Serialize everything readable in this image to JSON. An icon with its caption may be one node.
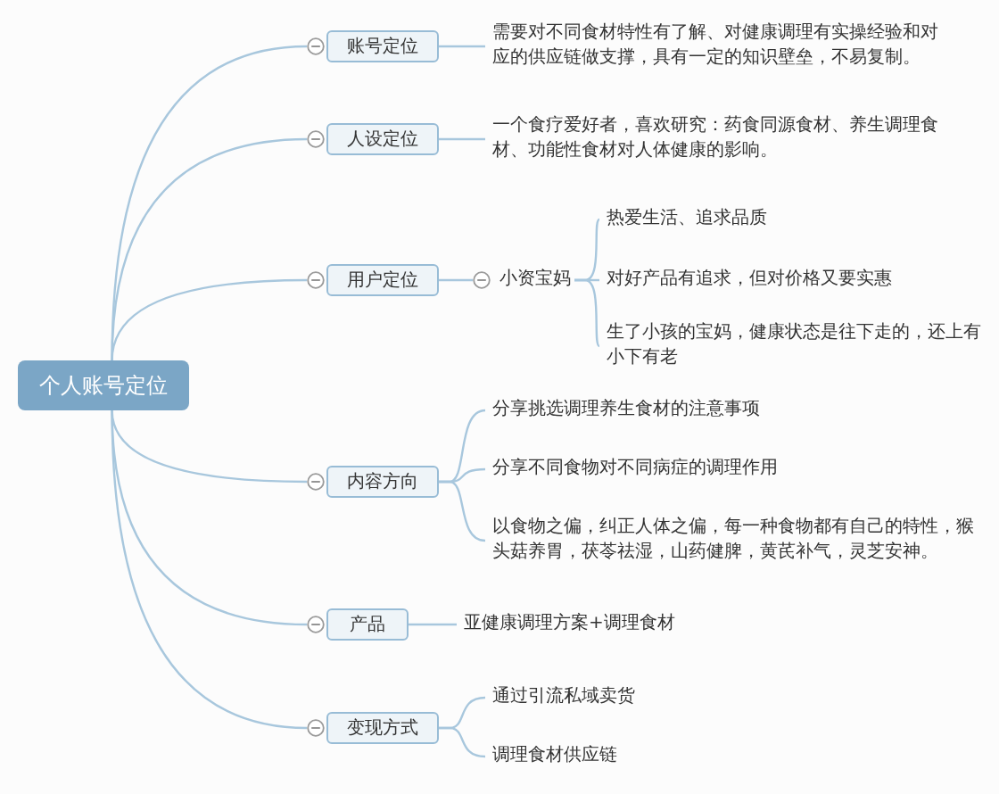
{
  "diagram": {
    "nodes": [
      {
        "text": [
          "个人账号定位"
        ]
      },
      {
        "text": [
          "账号定位"
        ]
      },
      {
        "text": [
          "需要对不同食材特性有了解、对健康调理有实操经验和对应的供应链做支撑，具有一定的知识壁垒，不易复制。"
        ]
      },
      {
        "text": [
          "人设定位"
        ]
      },
      {
        "text": [
          "一个食疗爱好者，喜欢研究：药食同源食材、养生调理食材、功能性食材对人体健康的影响。"
        ]
      },
      {
        "text": [
          "用户定位"
        ]
      },
      {
        "text": [
          "小资宝妈"
        ]
      },
      {
        "text": [
          "热爱生活、追求品质"
        ]
      },
      {
        "text": [
          "对好产品有追求，但对价格又要实惠"
        ]
      },
      {
        "text": [
          "生了小孩的宝妈，健康状态是往下走的，还上有小下有老"
        ]
      },
      {
        "text": [
          "内容方向"
        ]
      },
      {
        "text": [
          "分享挑选调理养生食材的注意事项"
        ]
      },
      {
        "text": [
          "分享不同食物对不同病症的调理作用"
        ]
      },
      {
        "text": [
          "以食物之偏，纠正人体之偏，每一种食物都有自己的特性，猴头菇养胃，茯苓祛湿，山药健脾，黄芪补气，灵芝安神。"
        ]
      },
      {
        "text": [
          "产品"
        ]
      },
      {
        "text": [
          "亚健康调理方案+调理食材"
        ]
      },
      {
        "text": [
          "变现方式"
        ]
      },
      {
        "text": [
          "通过引流私域卖货"
        ]
      },
      {
        "text": [
          "调理食材供应链"
        ]
      }
    ],
    "edges": [
      {
        "from": 0,
        "to": 1,
        "arrow": "none"
      },
      {
        "from": 1,
        "to": 2,
        "arrow": "none"
      },
      {
        "from": 0,
        "to": 3,
        "arrow": "none"
      },
      {
        "from": 3,
        "to": 4,
        "arrow": "none"
      },
      {
        "from": 0,
        "to": 5,
        "arrow": "none"
      },
      {
        "from": 5,
        "to": 6,
        "arrow": "none"
      },
      {
        "from": 6,
        "to": 7,
        "arrow": "none"
      },
      {
        "from": 6,
        "to": 8,
        "arrow": "none"
      },
      {
        "from": 6,
        "to": 9,
        "arrow": "none"
      },
      {
        "from": 0,
        "to": 10,
        "arrow": "none"
      },
      {
        "from": 10,
        "to": 11,
        "arrow": "none"
      },
      {
        "from": 10,
        "to": 12,
        "arrow": "none"
      },
      {
        "from": 10,
        "to": 13,
        "arrow": "none"
      },
      {
        "from": 0,
        "to": 14,
        "arrow": "none"
      },
      {
        "from": 14,
        "to": 15,
        "arrow": "none"
      },
      {
        "from": 0,
        "to": 16,
        "arrow": "none"
      },
      {
        "from": 16,
        "to": 17,
        "arrow": "none"
      },
      {
        "from": 16,
        "to": 18,
        "arrow": "none"
      }
    ]
  }
}
